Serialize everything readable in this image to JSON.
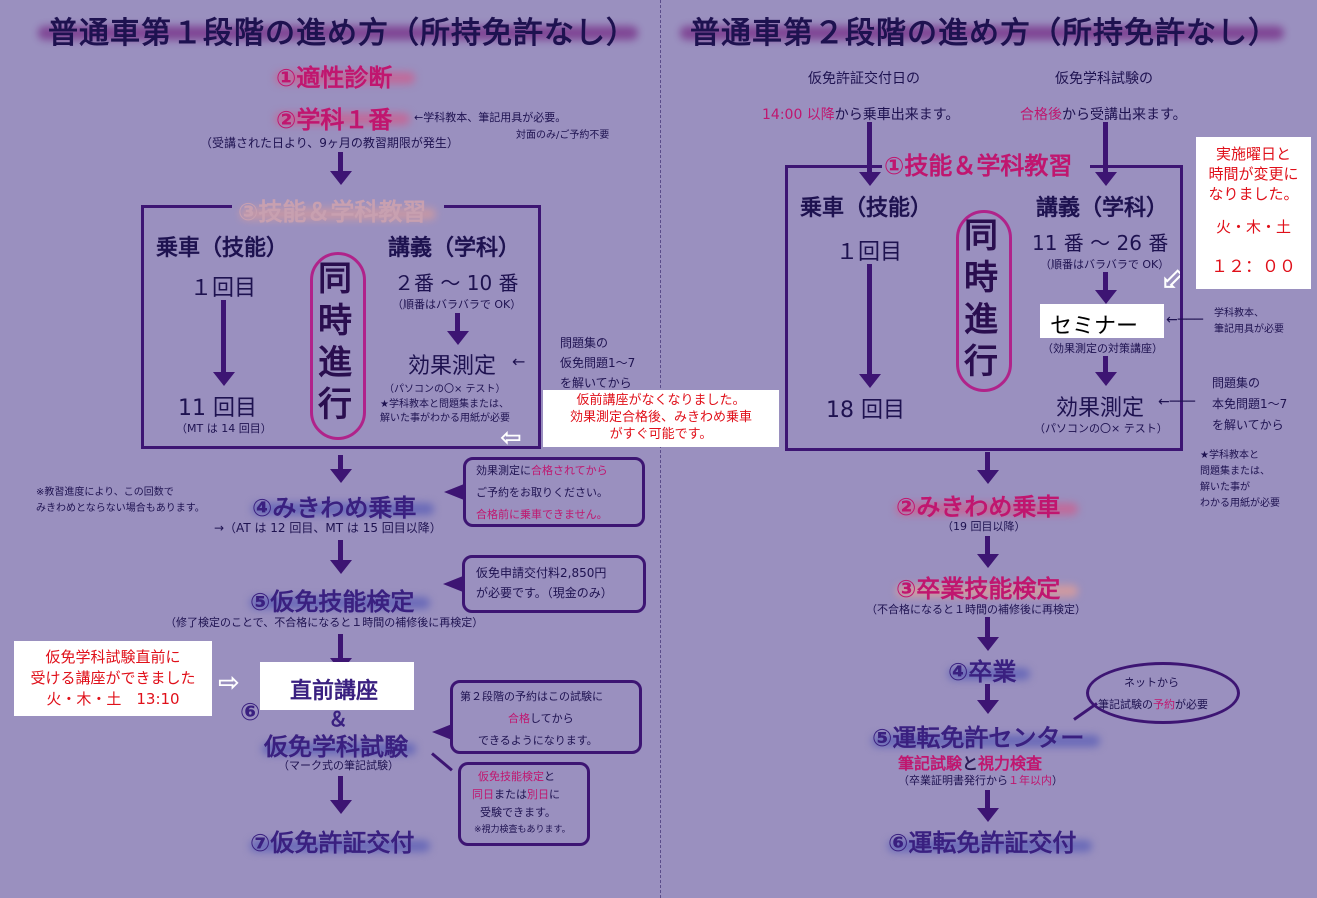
{
  "left": {
    "title": "普通車第１段階の進め方（所持免許なし）",
    "step1": "①適性診断",
    "step2": "②学科１番",
    "step2_note1": "←学科教本、筆記用具が必要。",
    "step2_note2": "対面のみ/ご予約不要",
    "step2_sub": "（受講された日より、9ヶ月の教習期限が発生）",
    "step3": "③技能＆学科教習",
    "col_left_head": "乗車（技能）",
    "col_left_first": "１回目",
    "col_left_last": "11 回目",
    "col_left_last_note": "（MT は 14 回目）",
    "simul": [
      "同",
      "時",
      "進",
      "行"
    ],
    "col_right_head": "講義（学科）",
    "col_right_range": "２番 ～ 10 番",
    "col_right_range_note": "（順番はバラバラで OK）",
    "effect_test": "効果測定",
    "effect_test_sub": "（パソコンの〇× テスト）",
    "effect_test_note": "★学科教本と問題集または、\n解いた事がわかる用紙が必要",
    "problem_note": "問題集の\n仮免問題1～7\nを解いてから",
    "notice_white": "仮前講座がなくなりました。\n効果測定合格後、みきわめ乗車\nがすぐ可能です。",
    "step4_pre": "※教習進度により、この回数で\nみきわめとならない場合もあります。",
    "step4": "④みきわめ乗車",
    "step4_sub": "→（AT は 12 回目、MT は 15 回目以降）",
    "bubble1_a": "効果測定に",
    "bubble1_b": "合格されてから",
    "bubble1_c": "ご予約をお取りください。",
    "bubble1_d": "合格前に乗車できません。",
    "step5": "⑤仮免技能検定",
    "step5_sub": "（修了検定のことで、不合格になると１時間の補修後に再検定）",
    "bubble2": "仮免申請交付料2,850円\nが必要です。（現金のみ）",
    "red_notice": "仮免学科試験直前に\n受ける講座ができました\n火・木・土　13:10",
    "step6_white": "直前講座",
    "step6_num": "⑥",
    "step6_amp": "＆",
    "step6": "仮免学科試験",
    "step6_sub": "（マーク式の筆記試験）",
    "bubble3_a": "第２段階の予約はこの試験に",
    "bubble3_b": "合格",
    "bubble3_c": "してから",
    "bubble3_d": "できるようになります。",
    "bubble4_a": "仮免技能検定",
    "bubble4_b": "と",
    "bubble4_c": "同日",
    "bubble4_d": "または",
    "bubble4_e": "別日",
    "bubble4_f": "に",
    "bubble4_g": "受験できます。",
    "bubble4_h": "※視力検査もあります。",
    "step7": "⑦仮免許証交付"
  },
  "right": {
    "title": "普通車第２段階の進め方（所持免許なし）",
    "top_left1": "仮免許証交付日の",
    "top_left2a": "14:00 以降",
    "top_left2b": "から乗車出来ます。",
    "top_right1": "仮免学科試験の",
    "top_right2a": "合格後",
    "top_right2b": "から受講出来ます。",
    "red_box": "実施曜日と\n時間が変更に\nなりました。",
    "red_days": "火・木・土",
    "red_time": "１２：００",
    "step1": "①技能＆学科教習",
    "col_left_head": "乗車（技能）",
    "col_left_first": "１回目",
    "col_left_last": "18 回目",
    "simul": [
      "同",
      "時",
      "進",
      "行"
    ],
    "col_right_head": "講義（学科）",
    "col_right_range": "11 番 ～ 26 番",
    "col_right_range_note": "（順番はバラバラで OK）",
    "seminar": "セミナー",
    "seminar_sub": "（効果測定の対策講座）",
    "seminar_note": "学科教本、\n筆記用具が必要",
    "effect_test": "効果測定",
    "effect_test_sub": "（パソコンの〇× テスト）",
    "problem_note": "問題集の\n本免問題1～7\nを解いてから",
    "star_note": "★学科教本と\n問題集または、\n解いた事が\nわかる用紙が必要",
    "step2": "②みきわめ乗車",
    "step2_sub": "（19 回目以降）",
    "step3": "③卒業技能検定",
    "step3_sub": "（不合格になると１時間の補修後に再検定）",
    "step4": "④卒業",
    "bubble_a": "ネットから",
    "bubble_b": "筆記試験の",
    "bubble_c": "予約",
    "bubble_d": "が必要",
    "step5": "⑤運転免許センター",
    "step5_a": "筆記試験",
    "step5_b": "と",
    "step5_c": "視力検査",
    "step5_sub_a": "（卒業証明書発行から",
    "step5_sub_b": "１年以内",
    "step5_sub_c": "）",
    "step6": "⑥運転免許証交付"
  },
  "colors": {
    "background": "#9a90bf",
    "ink": "#2b1a55",
    "pink": "#c0166f",
    "red": "#e0101a",
    "line": "#3d1573"
  }
}
